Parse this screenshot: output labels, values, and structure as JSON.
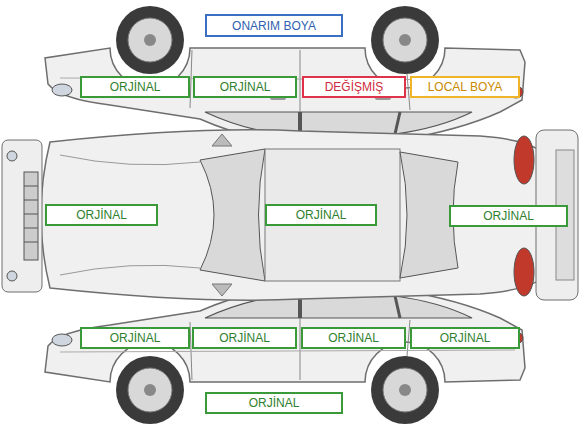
{
  "diagram": {
    "nodes": [
      {
        "text": [
          "ONARIM BOYA"
        ]
      },
      {
        "text": [
          "ORJİNAL"
        ]
      },
      {
        "text": [
          "ORJİNAL"
        ]
      },
      {
        "text": [
          "DEĞİŞMİŞ"
        ]
      },
      {
        "text": [
          "LOCAL BOYA"
        ]
      },
      {
        "text": [
          "ORJİNAL"
        ]
      },
      {
        "text": [
          "ORJİNAL"
        ]
      },
      {
        "text": [
          "ORJİNAL"
        ]
      },
      {
        "text": [
          "ORJİNAL"
        ]
      },
      {
        "text": [
          "ORJİNAL"
        ]
      },
      {
        "text": [
          "ORJİNAL"
        ]
      },
      {
        "text": [
          "ORJİNAL"
        ]
      },
      {
        "text": [
          "ORJİNAL"
        ]
      }
    ]
  }
}
